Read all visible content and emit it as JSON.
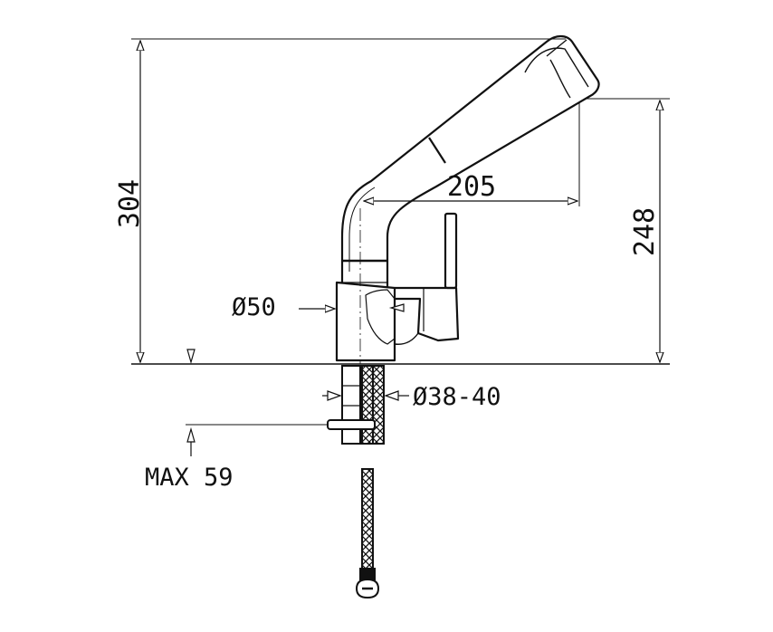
{
  "dimensions": {
    "total_height": "304",
    "spout_height": "248",
    "spout_reach": "205",
    "body_diameter": "Ø50",
    "hole_diameter": "Ø38-40",
    "max_thickness": "MAX 59"
  },
  "colors": {
    "line": "#111111",
    "background": "#ffffff"
  }
}
